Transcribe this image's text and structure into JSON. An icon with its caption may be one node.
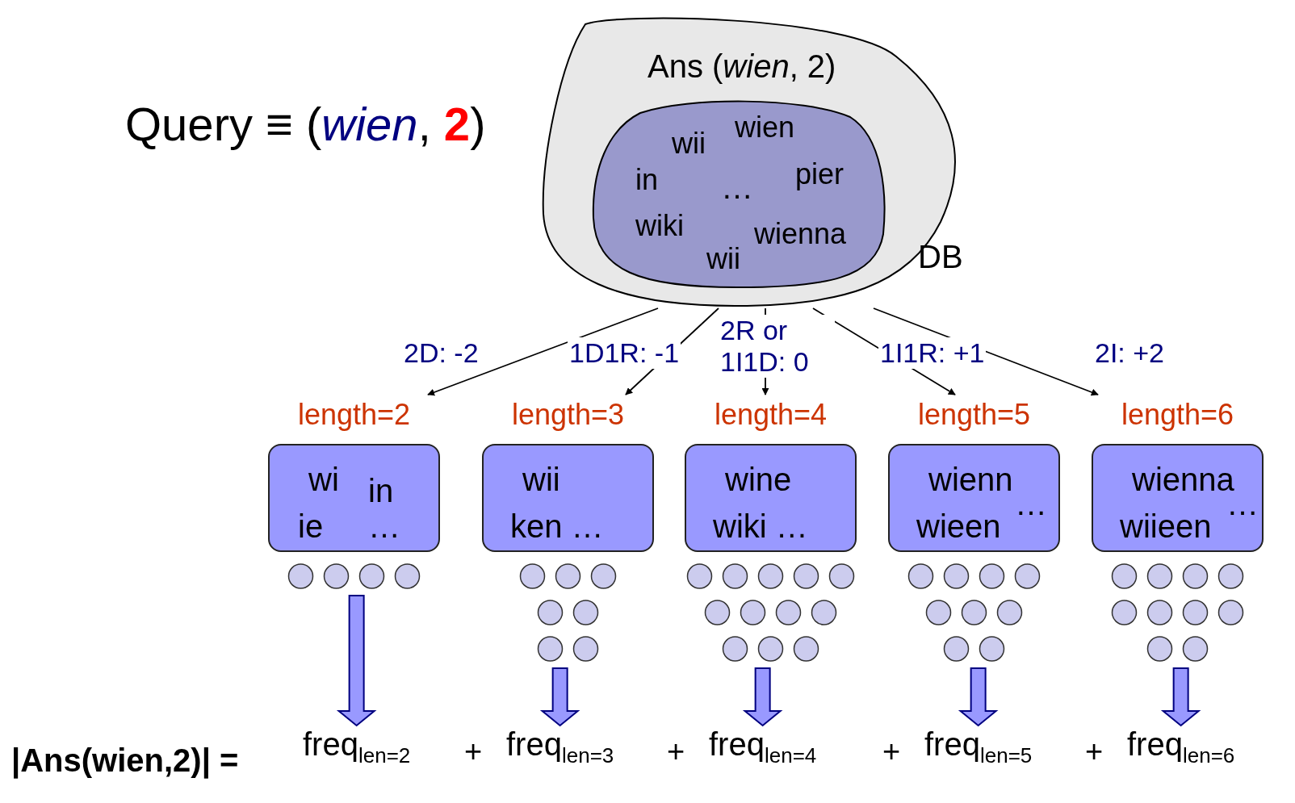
{
  "diagram": {
    "nodes": [
      {
        "text": [
          "DB"
        ]
      },
      {
        "text": [
          "Ans (*wien*, 2)",
          "wii",
          "wien",
          "in",
          "…",
          "pier",
          "wiki",
          "wienna",
          "wii"
        ],
        "in": 0
      },
      {
        "text": [
          "wi",
          "in",
          "ie",
          "…"
        ],
        "beside": [
          "length=2"
        ]
      },
      {
        "text": [
          "wii",
          "ken …"
        ],
        "beside": [
          "length=3"
        ]
      },
      {
        "text": [
          "wine",
          "wiki …"
        ],
        "beside": [
          "length=4"
        ]
      },
      {
        "text": [
          "wienn",
          "wieen",
          "…"
        ],
        "beside": [
          "length=5"
        ]
      },
      {
        "text": [
          "wienna",
          "wiieen",
          "…"
        ],
        "beside": [
          "length=6"
        ]
      },
      {
        "text": [
          "freq$_{len=2}$"
        ]
      },
      {
        "text": [
          "freq$_{len=3}$"
        ]
      },
      {
        "text": [
          "freq$_{len=4}$"
        ]
      },
      {
        "text": [
          "freq$_{len=5}$"
        ]
      },
      {
        "text": [
          "freq$_{len=6}$"
        ]
      }
    ],
    "edges": [
      {
        "from": 0,
        "to": 2,
        "arrow": "to",
        "label": "2D: -2"
      },
      {
        "from": 0,
        "to": 3,
        "arrow": "to",
        "label": "1D1R: -1"
      },
      {
        "from": 0,
        "to": 4,
        "arrow": "to",
        "label": "2R or 1I1D: 0"
      },
      {
        "from": 0,
        "to": 5,
        "arrow": "to",
        "label": "1I1R: +1"
      },
      {
        "from": 0,
        "to": 6,
        "arrow": "to",
        "label": "2I: +2"
      },
      {
        "from": 2,
        "to": 7,
        "arrow": "to",
        "style": "thick"
      },
      {
        "from": 3,
        "to": 8,
        "arrow": "to",
        "style": "thick"
      },
      {
        "from": 4,
        "to": 9,
        "arrow": "to",
        "style": "thick"
      },
      {
        "from": 5,
        "to": 10,
        "arrow": "to",
        "style": "thick"
      },
      {
        "from": 6,
        "to": 11,
        "arrow": "to",
        "style": "thick"
      }
    ],
    "labels": [
      "Query ≡ (*wien*, **2**)",
      "|Ans(wien,2)| =",
      "+",
      "+",
      "+",
      "+"
    ]
  }
}
